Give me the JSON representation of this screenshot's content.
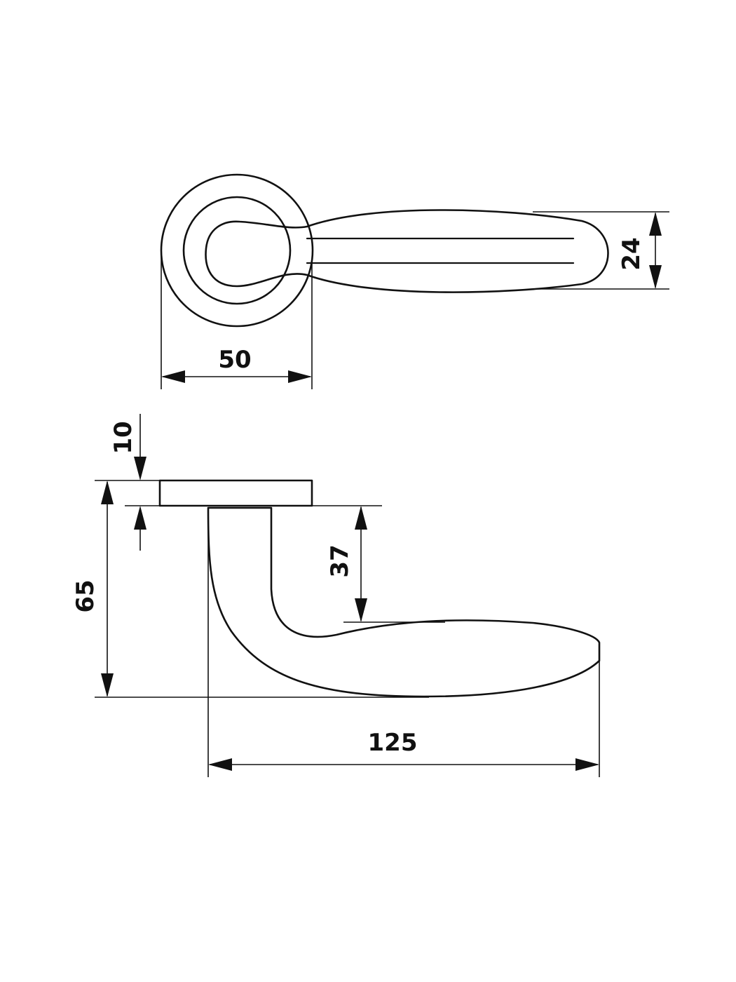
{
  "colors": {
    "line": "#111111",
    "background": "#ffffff"
  },
  "dimensions": {
    "rosette_diameter": "50",
    "lever_width": "24",
    "rosette_thickness": "10",
    "overall_height": "65",
    "lever_offset": "37",
    "projection": "125"
  }
}
